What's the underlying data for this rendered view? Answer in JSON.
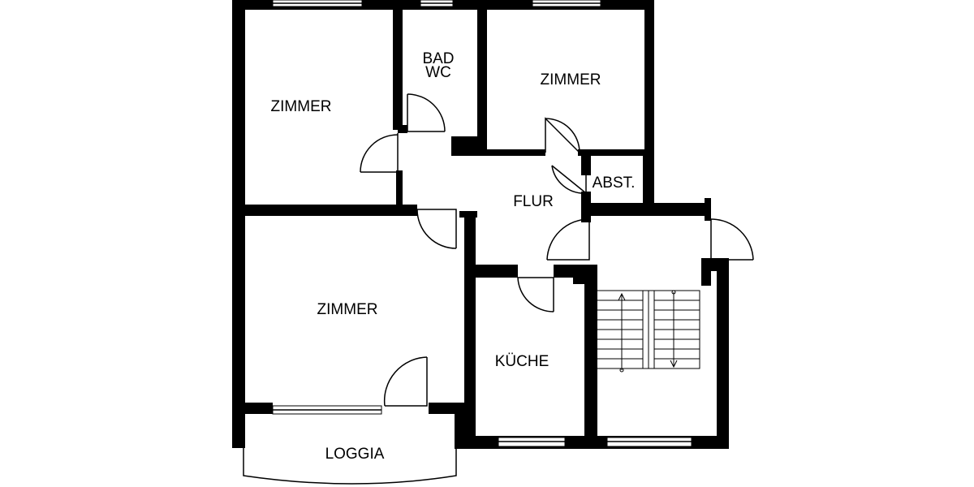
{
  "rooms": {
    "zimmer_top_left": "ZIMMER",
    "bad_line1": "BAD",
    "bad_line2": "WC",
    "zimmer_top_right": "ZIMMER",
    "abst": "ABST.",
    "flur": "FLUR",
    "zimmer_bottom_left": "ZIMMER",
    "kueche": "KÜCHE",
    "loggia": "LOGGIA"
  },
  "colors": {
    "wall": "#000000",
    "background": "#ffffff"
  }
}
